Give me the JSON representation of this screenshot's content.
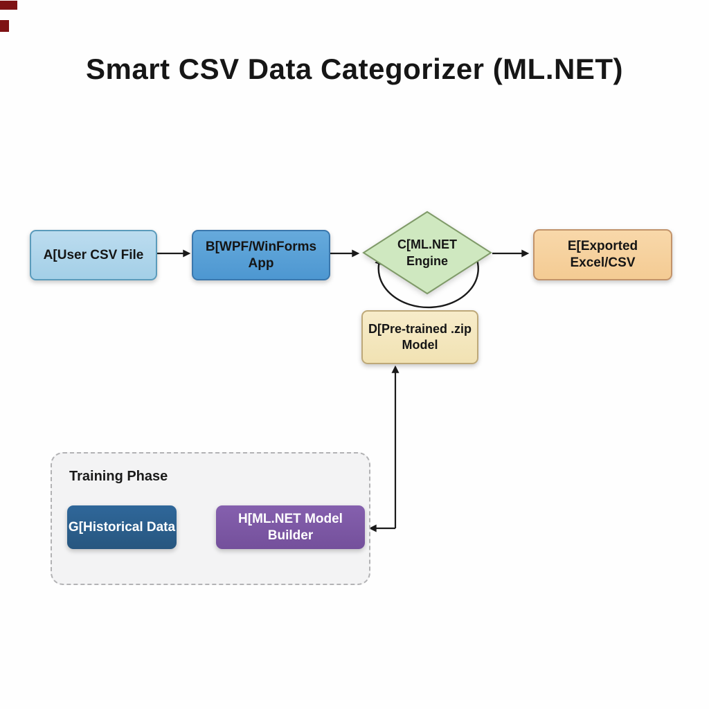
{
  "title": "Smart CSV Data Categorizer (ML.NET)",
  "nodes": {
    "a": {
      "id": "A",
      "label": "A[User CSV File",
      "fill": "#aed6ea",
      "border": "#5b9bbb"
    },
    "b": {
      "id": "B",
      "label": "B[WPF/WinForms App",
      "fill": "#55a0d6",
      "border": "#3a77ad"
    },
    "c": {
      "id": "C",
      "line1": "C[ML.NET",
      "line2": "Engine",
      "fill": "#cfe8c0",
      "border": "#7f9a68"
    },
    "d": {
      "id": "D",
      "line1": "D[Pre-trained .zip",
      "line2": "Model",
      "fill": "#f5e9c0",
      "border": "#bda878"
    },
    "e": {
      "id": "E",
      "label": "E[Exported Excel/CSV",
      "fill": "#f7d29e",
      "border": "#c2936a"
    },
    "g": {
      "id": "G",
      "label": "G[Historical Data",
      "fill": "#2a5d8c",
      "text_color": "#ffffff"
    },
    "h": {
      "id": "H",
      "label": "H[ML.NET Model Builder",
      "fill": "#7c56a4",
      "text_color": "#ffffff"
    }
  },
  "subgraph": {
    "label": "Training Phase"
  },
  "edges": [
    {
      "from": "A",
      "to": "B",
      "style": "straight-right"
    },
    {
      "from": "B",
      "to": "C",
      "style": "straight-right"
    },
    {
      "from": "C",
      "to": "E",
      "style": "straight-right"
    },
    {
      "from": "C",
      "to": "C",
      "style": "self-loop-below-diamond"
    },
    {
      "from": "G",
      "to": "H",
      "style": "straight-right"
    },
    {
      "from": "H",
      "to": "D",
      "style": "elbow-double-arrowhead"
    }
  ],
  "arrow_color": "#1a1a1a"
}
